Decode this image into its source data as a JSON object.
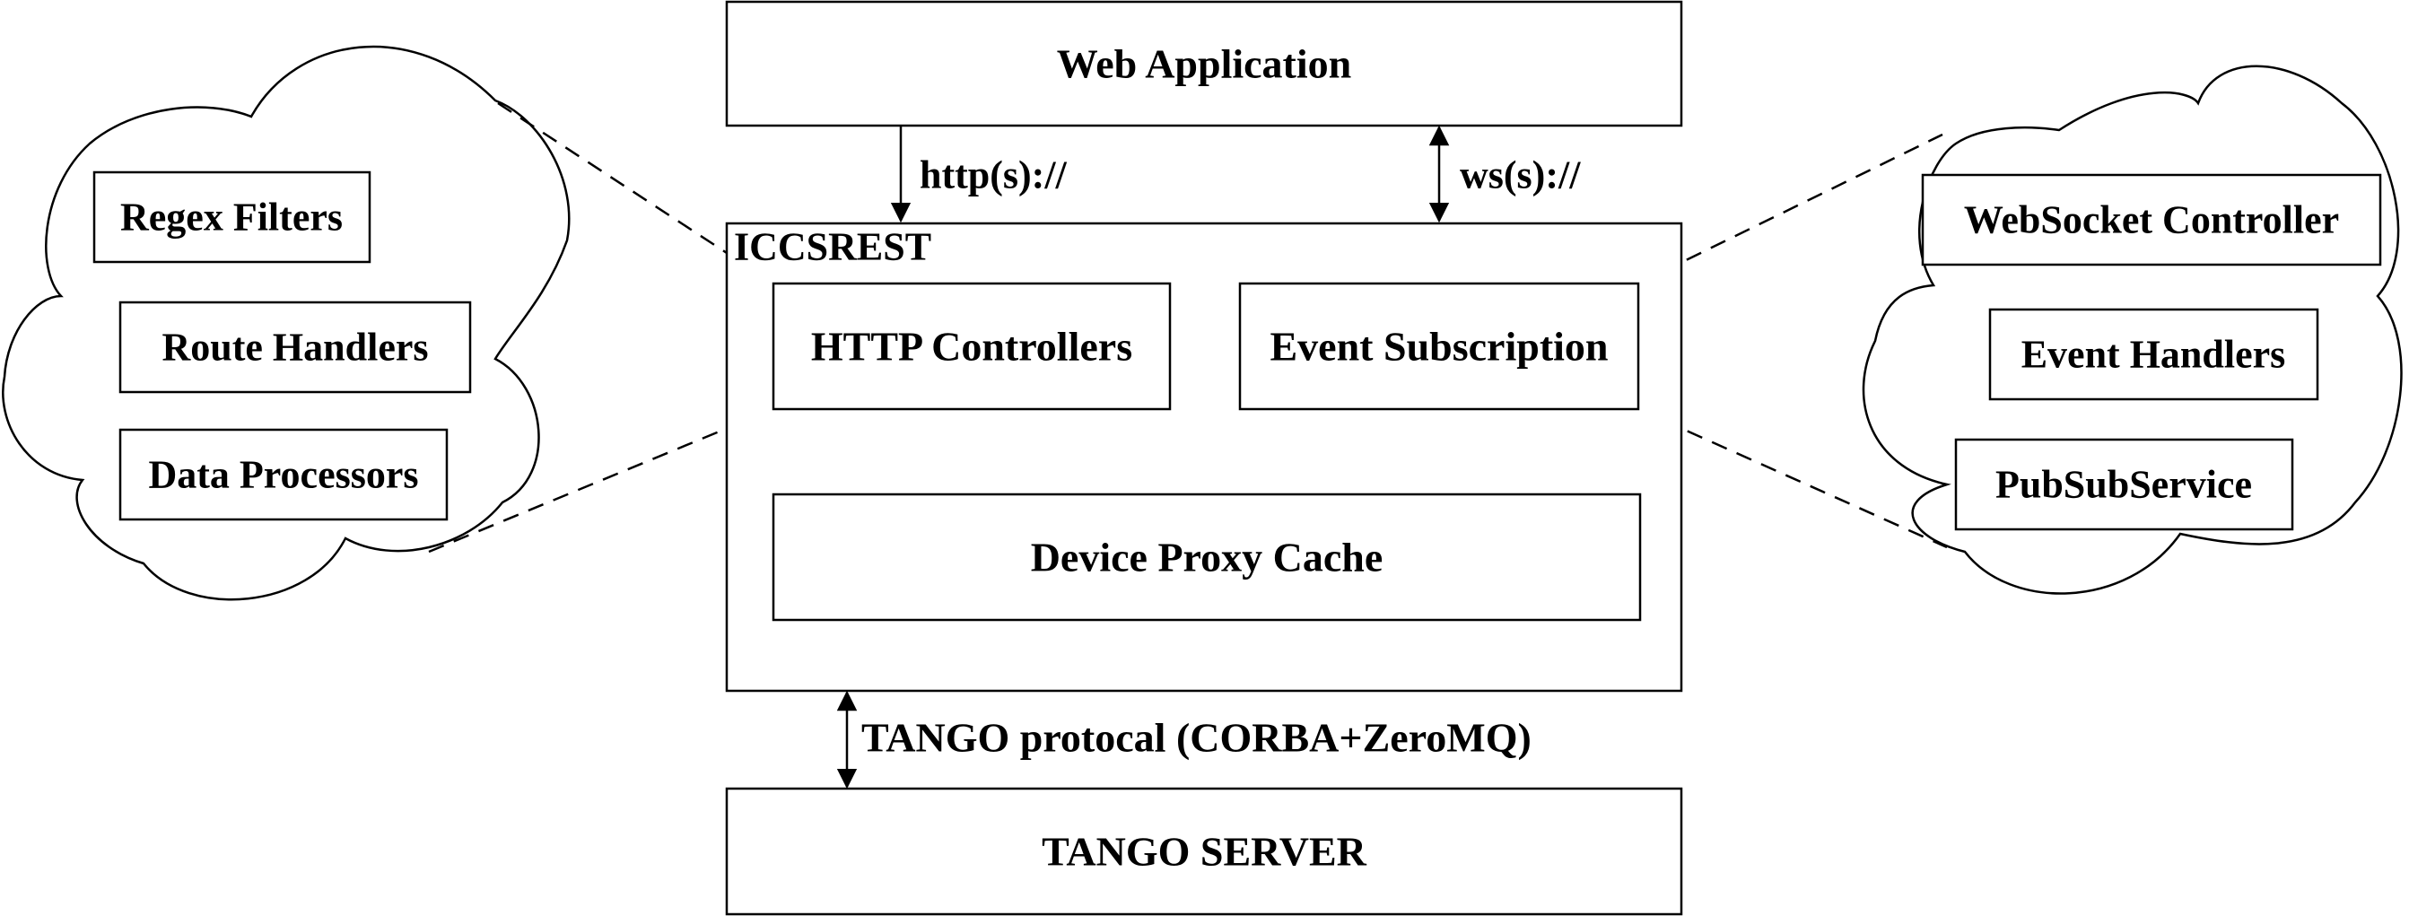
{
  "web_app": {
    "label": "Web Application"
  },
  "links": {
    "http_label": "http(s)://",
    "ws_label": "ws(s)://",
    "tango_label": "TANGO protocal (CORBA+ZeroMQ)"
  },
  "iccsrest": {
    "title": "ICCSREST",
    "http_controllers": "HTTP Controllers",
    "event_subscription": "Event Subscription",
    "device_proxy_cache": "Device Proxy Cache"
  },
  "tango_server": {
    "label": "TANGO SERVER"
  },
  "left_cloud": {
    "items": [
      "Regex Filters",
      "Route Handlers",
      "Data Processors"
    ]
  },
  "right_cloud": {
    "items": [
      "WebSocket Controller",
      "Event Handlers",
      "PubSubService"
    ]
  }
}
